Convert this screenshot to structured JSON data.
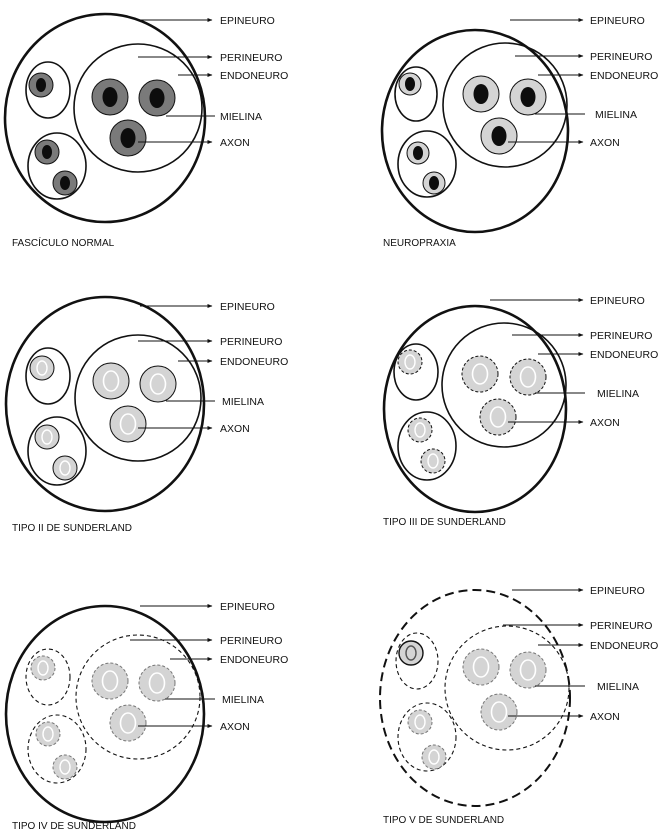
{
  "panels": [
    {
      "caption": "FASCÍCULO NORMAL",
      "labels": {
        "epineuro": "EPINEURO",
        "perineuro": "PERINEURO",
        "endoneuro": "ENDONEURO",
        "mielina": "MIELINA",
        "axon": "AXON"
      }
    },
    {
      "caption": "NEUROPRAXIA",
      "labels": {
        "epineuro": "EPINEURO",
        "perineuro": "PERINEURO",
        "endoneuro": "ENDONEURO",
        "mielina": "MIELINA",
        "axon": "AXON"
      }
    },
    {
      "caption": "TIPO II DE SUNDERLAND",
      "labels": {
        "epineuro": "EPINEURO",
        "perineuro": "PERINEURO",
        "endoneuro": "ENDONEURO",
        "mielina": "MIELINA",
        "axon": "AXON"
      }
    },
    {
      "caption": "TIPO III DE SUNDERLAND",
      "labels": {
        "epineuro": "EPINEURO",
        "perineuro": "PERINEURO",
        "endoneuro": "ENDONEURO",
        "mielina": "MIELINA",
        "axon": "AXON"
      }
    },
    {
      "caption": "TIPO IV  DE SUNDERLAND",
      "labels": {
        "epineuro": "EPINEURO",
        "perineuro": "PERINEURO",
        "endoneuro": "ENDONEURO",
        "mielina": "MIELINA",
        "axon": "AXON"
      }
    },
    {
      "caption": "TIPO V  DE SUNDERLAND",
      "labels": {
        "epineuro": "EPINEURO",
        "perineuro": "PERINEURO",
        "endoneuro": "ENDONEURO",
        "mielina": "MIELINA",
        "axon": "AXON"
      }
    }
  ],
  "colors": {
    "line": "#111111",
    "myelin_normal": "#7a7a7a",
    "myelin_light": "#d4d4d4",
    "axon_dark": "#0d0d0d",
    "background": "#ffffff"
  }
}
